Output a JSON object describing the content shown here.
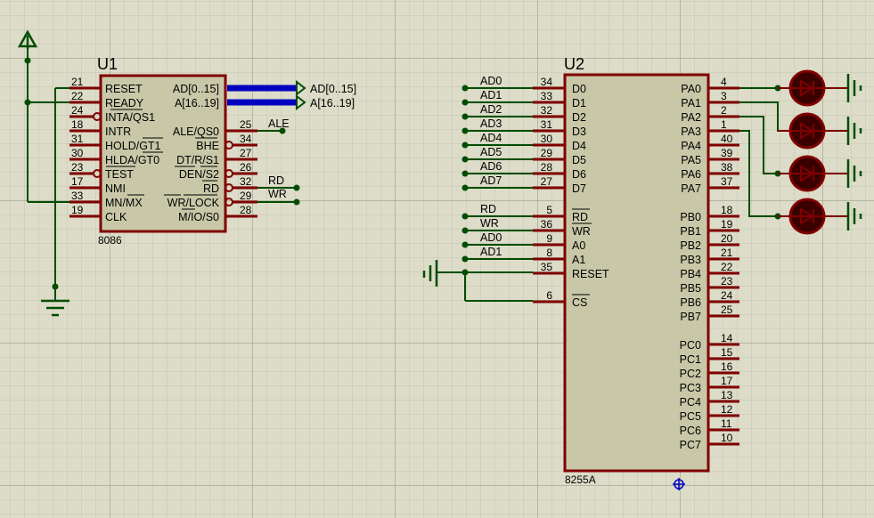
{
  "colors": {
    "background": "#dcdcc8",
    "chip_fill": "#c8c8a8",
    "chip_border": "#800000",
    "wire": "#004d00",
    "bus": "#0000c0",
    "led": "#3a0000"
  },
  "u1": {
    "ref": "U1",
    "part": "8086",
    "left_pins": [
      {
        "num": "21",
        "label": "RESET",
        "inv": false
      },
      {
        "num": "22",
        "label": "READY",
        "inv": false
      },
      {
        "num": "24",
        "label": "INTA/QS1",
        "inv": true
      },
      {
        "num": "18",
        "label": "INTR",
        "inv": false
      },
      {
        "num": "31",
        "label": "HOLD/GT1",
        "inv": false
      },
      {
        "num": "30",
        "label": "HLDA/GT0",
        "inv": false
      },
      {
        "num": "23",
        "label": "TEST",
        "inv": true
      },
      {
        "num": "17",
        "label": "NMI",
        "inv": false
      },
      {
        "num": "33",
        "label": "MN/MX",
        "inv": false
      },
      {
        "num": "19",
        "label": "CLK",
        "inv": false
      }
    ],
    "right_pins": [
      {
        "num": "",
        "label": "AD[0..15]",
        "inv": false,
        "row": 0
      },
      {
        "num": "",
        "label": "A[16..19]",
        "inv": false,
        "row": 1
      },
      {
        "num": "25",
        "label": "ALE/QS0",
        "inv": false,
        "row": 3
      },
      {
        "num": "34",
        "label": "BHE",
        "inv": true,
        "row": 4
      },
      {
        "num": "27",
        "label": "DT/R/S1",
        "inv": false,
        "row": 5
      },
      {
        "num": "26",
        "label": "DEN/S2",
        "inv": true,
        "row": 6
      },
      {
        "num": "32",
        "label": "RD",
        "inv": true,
        "row": 7
      },
      {
        "num": "29",
        "label": "WR/LOCK",
        "inv": true,
        "row": 8
      },
      {
        "num": "28",
        "label": "M/IO/S0",
        "inv": false,
        "row": 9
      }
    ],
    "bus_labels": [
      "AD[0..15]",
      "A[16..19]"
    ],
    "net_labels": {
      "ale": "ALE",
      "rd": "RD",
      "wr": "WR"
    }
  },
  "u2": {
    "ref": "U2",
    "part": "8255A",
    "left_pins": [
      {
        "num": "34",
        "label": "D0",
        "net": "AD0",
        "row": 0
      },
      {
        "num": "33",
        "label": "D1",
        "net": "AD1",
        "row": 1
      },
      {
        "num": "32",
        "label": "D2",
        "net": "AD2",
        "row": 2
      },
      {
        "num": "31",
        "label": "D3",
        "net": "AD3",
        "row": 3
      },
      {
        "num": "30",
        "label": "D4",
        "net": "AD4",
        "row": 4
      },
      {
        "num": "29",
        "label": "D5",
        "net": "AD5",
        "row": 5
      },
      {
        "num": "28",
        "label": "D6",
        "net": "AD6",
        "row": 6
      },
      {
        "num": "27",
        "label": "D7",
        "net": "AD7",
        "row": 7
      },
      {
        "num": "5",
        "label": "RD",
        "net": "RD",
        "row": 9
      },
      {
        "num": "36",
        "label": "WR",
        "net": "WR",
        "row": 10
      },
      {
        "num": "9",
        "label": "A0",
        "net": "AD0",
        "row": 11
      },
      {
        "num": "8",
        "label": "A1",
        "net": "AD1",
        "row": 12
      },
      {
        "num": "35",
        "label": "RESET",
        "net": "",
        "row": 13
      },
      {
        "num": "6",
        "label": "CS",
        "net": "",
        "row": 15
      }
    ],
    "right_pins": [
      {
        "num": "4",
        "label": "PA0",
        "row": 0
      },
      {
        "num": "3",
        "label": "PA1",
        "row": 1
      },
      {
        "num": "2",
        "label": "PA2",
        "row": 2
      },
      {
        "num": "1",
        "label": "PA3",
        "row": 3
      },
      {
        "num": "40",
        "label": "PA4",
        "row": 4
      },
      {
        "num": "39",
        "label": "PA5",
        "row": 5
      },
      {
        "num": "38",
        "label": "PA6",
        "row": 6
      },
      {
        "num": "37",
        "label": "PA7",
        "row": 7
      },
      {
        "num": "18",
        "label": "PB0",
        "row": 9
      },
      {
        "num": "19",
        "label": "PB1",
        "row": 10
      },
      {
        "num": "20",
        "label": "PB2",
        "row": 11
      },
      {
        "num": "21",
        "label": "PB3",
        "row": 12
      },
      {
        "num": "22",
        "label": "PB4",
        "row": 13
      },
      {
        "num": "23",
        "label": "PB5",
        "row": 14
      },
      {
        "num": "24",
        "label": "PB6",
        "row": 15
      },
      {
        "num": "25",
        "label": "PB7",
        "row": 16
      },
      {
        "num": "14",
        "label": "PC0",
        "row": 18
      },
      {
        "num": "15",
        "label": "PC1",
        "row": 19
      },
      {
        "num": "16",
        "label": "PC2",
        "row": 20
      },
      {
        "num": "17",
        "label": "PC3",
        "row": 21
      },
      {
        "num": "13",
        "label": "PC4",
        "row": 22
      },
      {
        "num": "12",
        "label": "PC5",
        "row": 23
      },
      {
        "num": "11",
        "label": "PC6",
        "row": 24
      },
      {
        "num": "10",
        "label": "PC7",
        "row": 25
      }
    ]
  },
  "leds": [
    {
      "port": "PA0"
    },
    {
      "port": "PA1"
    },
    {
      "port": "PA2"
    },
    {
      "port": "PA3"
    }
  ]
}
